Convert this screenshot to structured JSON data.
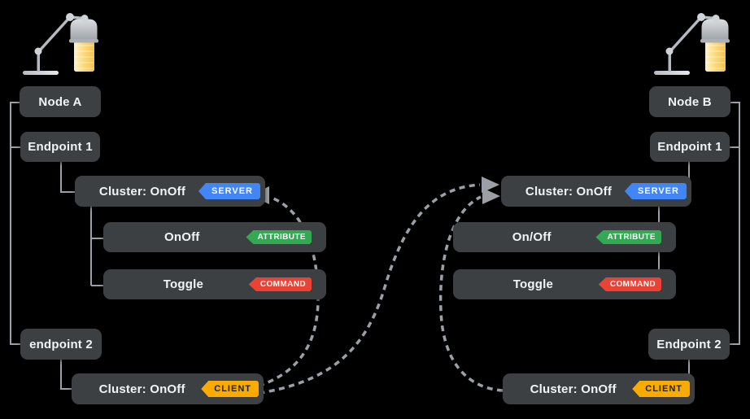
{
  "colors": {
    "background": "#000000",
    "box": "#3C4043",
    "text": "#F1F3F4",
    "connector": "#9AA0A6",
    "server_badge": "#4285F4",
    "attribute_badge": "#34A853",
    "command_badge": "#EA4335",
    "client_badge": "#F9AB00",
    "client_badge_text": "#202124",
    "lamp_glow": "#F8C64B"
  },
  "nodes": {
    "left": {
      "icon": "desk-lamp-icon",
      "node_label": "Node A",
      "endpoint1": {
        "label": "Endpoint 1",
        "cluster": {
          "label": "Cluster: OnOff",
          "role_badge": "SERVER"
        },
        "attribute": {
          "label": "OnOff",
          "badge": "ATTRIBUTE"
        },
        "command": {
          "label": "Toggle",
          "badge": "COMMAND"
        }
      },
      "endpoint2": {
        "label": "endpoint 2",
        "cluster": {
          "label": "Cluster: OnOff",
          "role_badge": "CLIENT"
        }
      }
    },
    "right": {
      "icon": "desk-lamp-icon",
      "node_label": "Node B",
      "endpoint1": {
        "label": "Endpoint 1",
        "cluster": {
          "label": "Cluster: OnOff",
          "role_badge": "SERVER"
        },
        "attribute": {
          "label": "On/Off",
          "badge": "ATTRIBUTE"
        },
        "command": {
          "label": "Toggle",
          "badge": "COMMAND"
        }
      },
      "endpoint2": {
        "label": "Endpoint 2",
        "cluster": {
          "label": "Cluster: OnOff",
          "role_badge": "CLIENT"
        }
      }
    }
  },
  "bindings": [
    {
      "from": "node-a-endpoint2-client",
      "to": "node-a-endpoint1-server"
    },
    {
      "from": "node-a-endpoint2-client",
      "to": "node-b-endpoint1-server"
    },
    {
      "from": "node-b-endpoint2-client",
      "to": "node-b-endpoint1-server"
    }
  ]
}
